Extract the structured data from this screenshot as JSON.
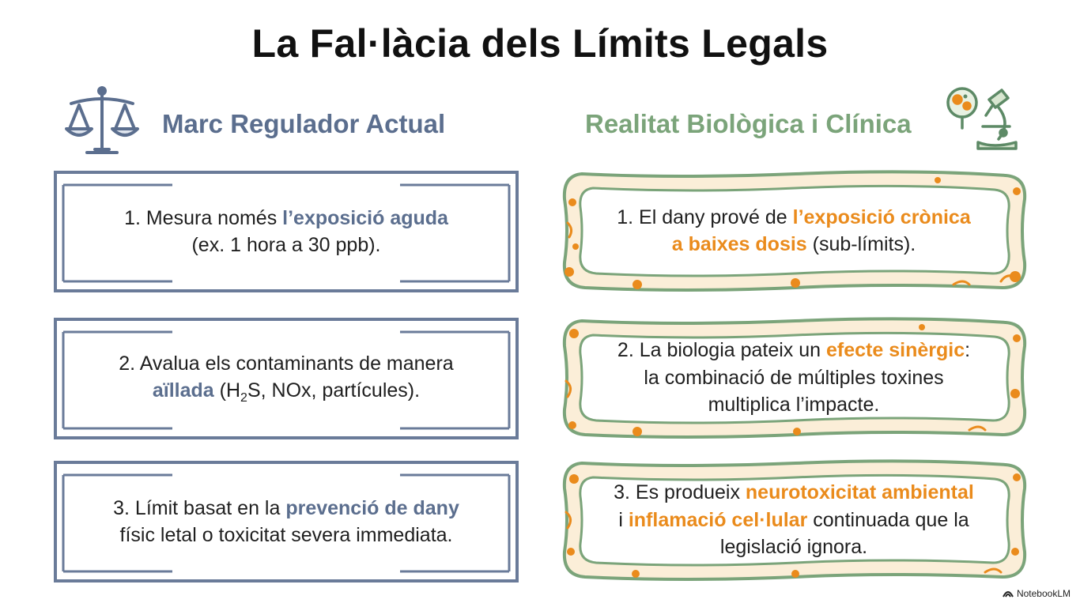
{
  "title": "La Fal·làcia dels Límits Legals",
  "left_column": {
    "heading": "Marc Regulador Actual",
    "items": [
      {
        "pre": "1. Mesura només ",
        "hl": "l’exposició aguda",
        "line2": "(ex. 1 hora a 30 ppb)."
      },
      {
        "pre": "2. Avalua els contaminants de manera",
        "hl": "aïllada",
        "mid": " (H",
        "sub": "2",
        "post": "S, NOx, partícules)."
      },
      {
        "pre": "3. Límit basat en la ",
        "hl": "prevenció de dany",
        "line2": "físic letal o toxicitat severa immediata."
      }
    ]
  },
  "right_column": {
    "heading": "Realitat Biològica i Clínica",
    "items": [
      {
        "pre": "1. El dany prové de ",
        "hl1": "l’exposició crònica",
        "hl2": "a baixes dosis",
        "post": " (sub-límits)."
      },
      {
        "pre": "2. La biologia pateix un ",
        "hl": "efecte sinèrgic",
        "post": ":",
        "line2": "la combinació de múltiples toxines",
        "line3": "multiplica l’impacte."
      },
      {
        "pre": "3. Es produeix ",
        "hl1": "neurotoxicitat ambiental",
        "mid": "i ",
        "hl2": "inflamació cel·lular",
        "post": " continuada que la",
        "line3": "legislació ignora."
      }
    ]
  },
  "watermark": "NotebookLM",
  "icons": {
    "left": "scale-icon",
    "right": "microscope-icon"
  },
  "colors": {
    "title": "#111111",
    "left_accent": "#5b6e8e",
    "right_accent": "#7ba47a",
    "highlight_orange": "#ea8b1c",
    "cell_fill": "#fbeed8"
  }
}
